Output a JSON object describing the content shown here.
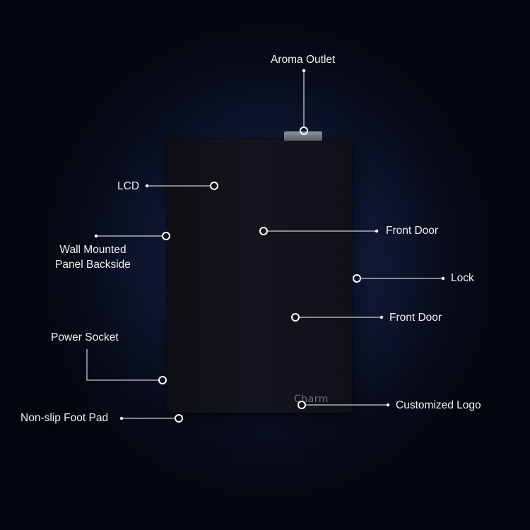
{
  "colors": {
    "background": "#0b1128",
    "device_body": "#121319",
    "callout_line": "#ffffff",
    "label_text": "#f2f2f2"
  },
  "device": {
    "logo_text": "Charm"
  },
  "callouts": {
    "aroma_outlet": "Aroma Outlet",
    "lcd": "LCD",
    "wall_mounted": "Wall Mounted\nPanel Backside",
    "front_door_top": "Front Door",
    "lock": "Lock",
    "front_door_bottom": "Front Door",
    "power_socket": "Power Socket",
    "customized_logo": "Customized Logo",
    "foot_pad": "Non-slip Foot Pad"
  }
}
